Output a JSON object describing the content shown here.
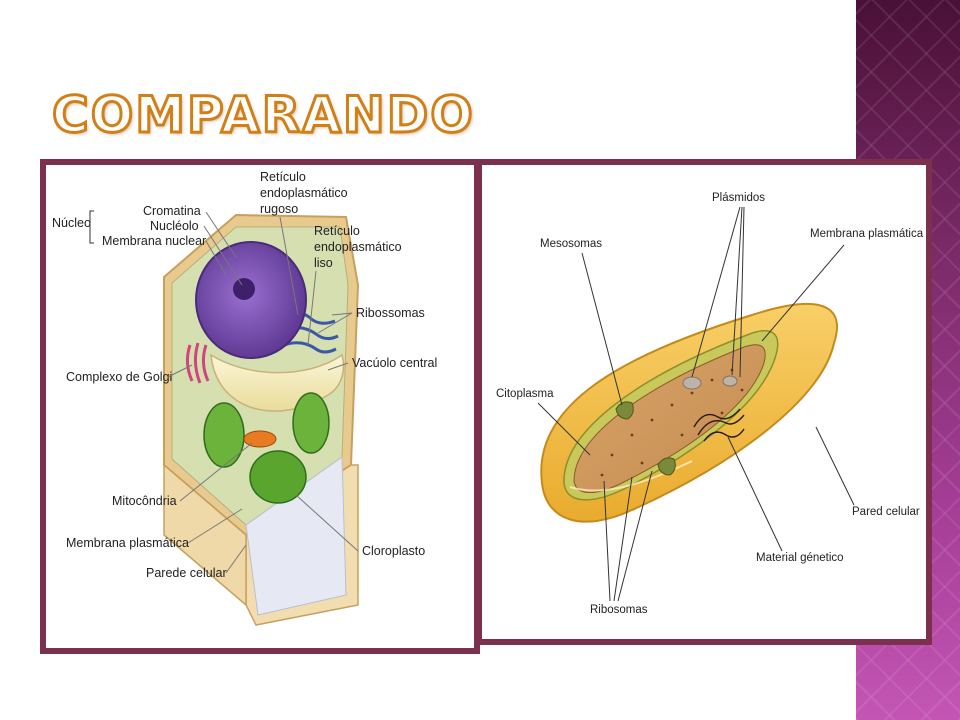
{
  "slide": {
    "title": "Comparando"
  },
  "plant_cell": {
    "labels": {
      "nucleo": "Núcleo",
      "cromatina": "Cromatina",
      "nucleolo": "Nucléolo",
      "membrana_nuclear": "Membrana nuclear",
      "reticulo_rugoso_1": "Retículo",
      "reticulo_rugoso_2": "endoplasmático",
      "reticulo_rugoso_3": "rugoso",
      "reticulo_liso_1": "Retículo",
      "reticulo_liso_2": "endoplasmático",
      "reticulo_liso_3": "liso",
      "ribossomas": "Ribossomas",
      "vacuolo_central": "Vacúolo central",
      "complexo_golgi": "Complexo de Golgi",
      "mitocondria": "Mitocôndria",
      "membrana_plasmatica": "Membrana plasmática",
      "parede_celular": "Parede celular",
      "cloroplasto": "Cloroplasto"
    }
  },
  "bacterial_cell": {
    "labels": {
      "plasmidos": "Plásmidos",
      "mesosomas": "Mesosomas",
      "membrana_plasmatica": "Membrana plasmática",
      "citoplasma": "Citoplasma",
      "pared_celular": "Pared celular",
      "material_genetico": "Material génetico",
      "ribosomas": "Ribosomas"
    }
  },
  "colors": {
    "title_outline": "#d27f16",
    "panel_border": "#7c2f4f",
    "side_band": "#8a3378"
  }
}
